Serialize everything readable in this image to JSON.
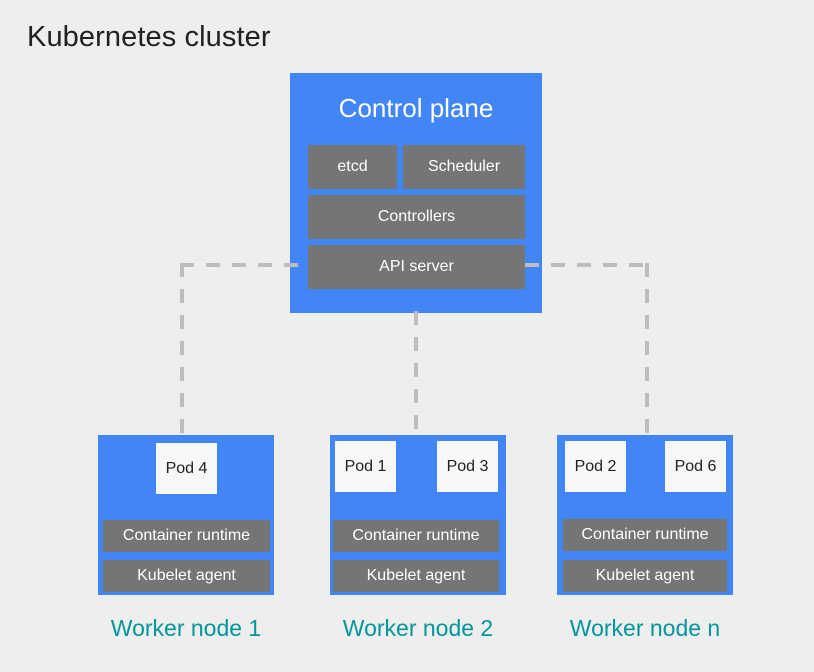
{
  "title": "Kubernetes cluster",
  "colors": {
    "background": "#eeeeee",
    "blue": "#4285f4",
    "gray": "#757575",
    "white_box": "#f7f7f7",
    "teal_caption": "#00969c",
    "dash": "#bdbdbd",
    "title_text": "#202124"
  },
  "control_plane": {
    "title": "Control plane",
    "components": [
      {
        "label": "etcd"
      },
      {
        "label": "Scheduler"
      },
      {
        "label": "Controllers"
      },
      {
        "label": "API server"
      }
    ]
  },
  "worker_nodes": [
    {
      "caption": "Worker node 1",
      "pods": [
        {
          "label": "Pod 4"
        }
      ],
      "runtime_label": "Container runtime",
      "kubelet_label": "Kubelet agent"
    },
    {
      "caption": "Worker node 2",
      "pods": [
        {
          "label": "Pod 1"
        },
        {
          "label": "Pod 3"
        }
      ],
      "runtime_label": "Container runtime",
      "kubelet_label": "Kubelet agent"
    },
    {
      "caption": "Worker node n",
      "pods": [
        {
          "label": "Pod 2"
        },
        {
          "label": "Pod 6"
        }
      ],
      "runtime_label": "Container runtime",
      "kubelet_label": "Kubelet agent"
    }
  ],
  "connectors": [
    {
      "name": "api-server-to-node-1",
      "style": "dashed"
    },
    {
      "name": "api-server-to-node-2",
      "style": "dashed"
    },
    {
      "name": "api-server-to-node-n",
      "style": "dashed"
    }
  ]
}
